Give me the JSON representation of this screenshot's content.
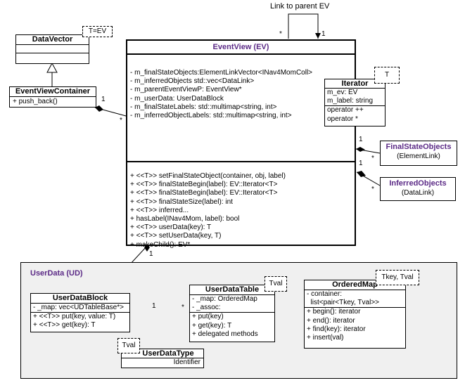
{
  "top_label": "Link to parent EV",
  "datavector": {
    "name": "DataVector",
    "template": "T=EV"
  },
  "eventviewcontainer": {
    "name": "EventViewContainer",
    "methods": [
      "+ push_back()"
    ]
  },
  "eventview": {
    "name": "EventView (EV)",
    "attributes": [
      "- m_finalStateObjects:ElementLinkVector<INav4MomColl>",
      "- m_inferredObjects std::vec<DataLink>",
      "- m_parentEventViewP: EventView*",
      "- m_userData: UserDataBlock",
      "- m_finalStateLabels: std::multimap<string, int>",
      "- m_inferredObjectLabels: std::multimap<string, int>"
    ],
    "methods": [
      "+ <<T>> setFinalStateObject(container, obj, label)",
      "+ <<T>> finalStateBegin(label): EV::Iterator<T>",
      "+ <<T>> finalStateBegin(label): EV::Iterator<T>",
      "+ <<T>> finalStateSize(label): int",
      "+ <<T>> inferred...",
      "+ hasLabel(INav4Mom, label): bool",
      "+ <<T>> userData(key): T",
      "+ <<T>> setUserData(key, T)",
      "+ makeChild(): EV*"
    ]
  },
  "iterator": {
    "name": "Iterator",
    "template": "T",
    "attributes": [
      "m_ev: EV",
      "m_label: string"
    ],
    "methods": [
      "operator ++",
      "operator *"
    ]
  },
  "finalstateobjects": {
    "title": "FinalStateObjects",
    "subtitle": "(ElementLink)"
  },
  "inferredobjects": {
    "title": "InferredObjects",
    "subtitle": "(DataLink)"
  },
  "userdata_package": {
    "title": "UserData (UD)"
  },
  "userdatablock": {
    "name": "UserDataBlock",
    "attributes": [
      "- _map: vec<UDTableBase*>"
    ],
    "methods": [
      "+ <<T>> put(key, value: T)",
      "+ <<T>> get(key): T"
    ]
  },
  "userdatatable": {
    "name": "UserDataTable",
    "template": "Tval",
    "attributes": [
      "- _map: OrderedMap",
      "- _assoc:"
    ],
    "methods": [
      "+ put(key)",
      "+ get(key): T",
      "+ delegated methods"
    ]
  },
  "orderedmap": {
    "name": "OrderedMap",
    "template": "Tkey, Tval",
    "attributes": [
      "- container:",
      "  list<pair<Tkey, Tval>>"
    ],
    "methods": [
      "+ begin(): iterator",
      "+ end(): iterator",
      "+ find(key): iterator",
      "+ insert(val)"
    ]
  },
  "userdatatype": {
    "name": "UserDataType",
    "template": "Tval",
    "attributes": [
      "Identifier"
    ]
  },
  "multiplicities": {
    "self_star": "*",
    "self_one": "1",
    "evc_one": "1",
    "evc_star": "*",
    "fso_one": "1",
    "fso_star": "*",
    "io_one": "1",
    "io_star": "*",
    "ev_ud_one": "1",
    "udb_one": "1",
    "udb_udt_one": "1",
    "udb_udt_star": "*"
  }
}
